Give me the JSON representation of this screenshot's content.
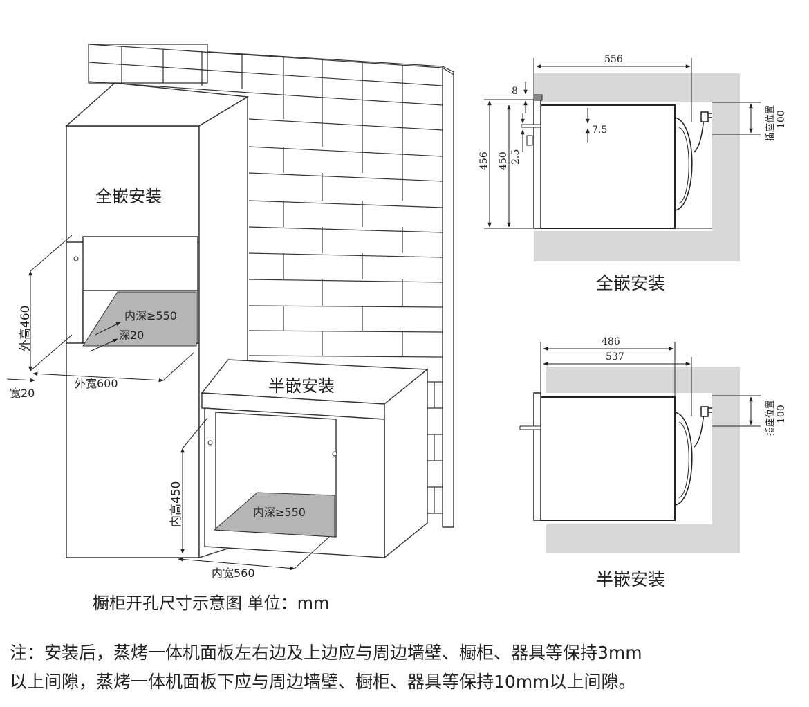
{
  "left": {
    "label_full": "全嵌安装",
    "label_half": "半嵌安装",
    "outer_height": "外高460",
    "inner_depth_top": "内深≥550",
    "depth20": "深20",
    "outer_width": "外宽600",
    "width20": "宽20",
    "inner_height": "内高450",
    "inner_depth_bottom": "内深≥550",
    "inner_width": "内宽560",
    "caption": "橱柜开孔尺寸示意图 单位：mm"
  },
  "full": {
    "title": "全嵌安装",
    "w556": "556",
    "d8": "8",
    "d7_5": "7.5",
    "h456": "456",
    "h450": "450",
    "d2_5": "2.5",
    "socket_label": "插座位置",
    "socket_value": "100"
  },
  "half": {
    "title": "半嵌安装",
    "w486": "486",
    "w537": "537",
    "socket_label": "插座位置",
    "socket_value": "100"
  },
  "note": {
    "line1": "注：安装后，蒸烤一体机面板左右边及上边应与周边墙壁、橱柜、器具等保持3mm",
    "line2": "以上间隙，蒸烤一体机面板下应与周边墙壁、橱柜、器具等保持10mm以上间隙。"
  },
  "colors": {
    "line": "#222222",
    "wall_gray": "#d8d8d8",
    "floor_gray": "#b5b5b5"
  }
}
